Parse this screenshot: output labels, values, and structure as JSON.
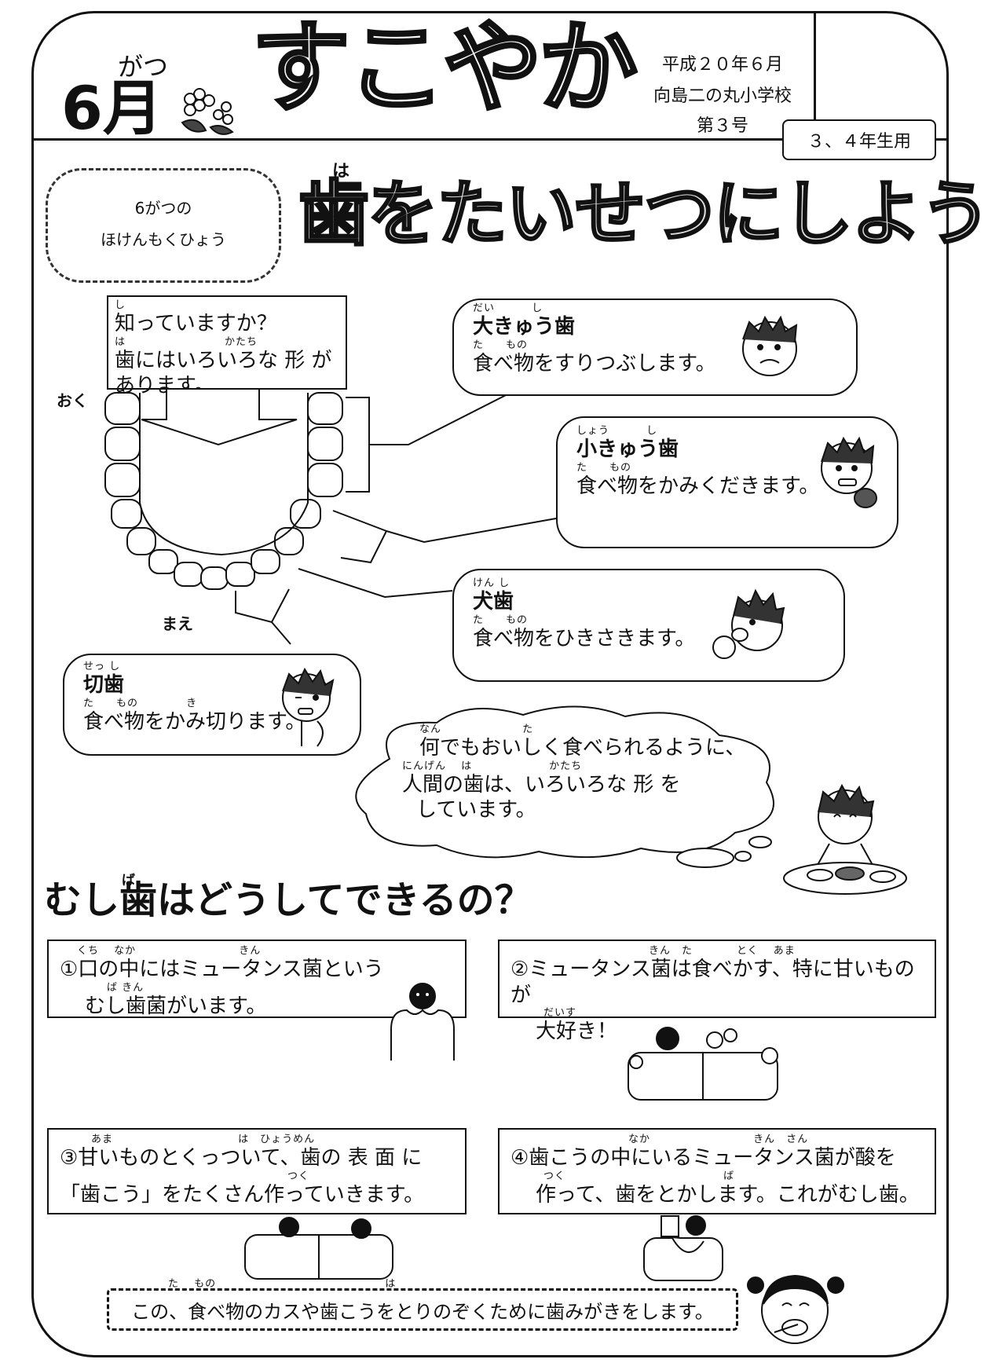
{
  "header": {
    "month_kana": "がつ",
    "month": "6月",
    "newsletter_title": "すこやか",
    "date": "平成２０年６月",
    "school": "向島二の丸小学校",
    "issue": "第３号",
    "grade": "３、４年生用"
  },
  "goal": {
    "line1": "6がつの",
    "line2": "ほけんもくひょう"
  },
  "main_title": {
    "ruby": "は",
    "text": "歯をたいせつにしよう"
  },
  "teeth_intro": {
    "ruby1": "し",
    "line1": "知っていますか？",
    "ruby2": "は　　　　　　　　　かたち",
    "line2": "歯にはいろいろな 形 が",
    "line3": "あります。"
  },
  "diagram_labels": {
    "back": "おく",
    "front": "まえ"
  },
  "tooth_types": [
    {
      "name_ruby": "だい　　　 し",
      "name": "大きゅう歯",
      "desc_ruby": "た　　もの",
      "desc": "食べ物をすりつぶします。"
    },
    {
      "name_ruby": "しょう　　　 し",
      "name": "小きゅう歯",
      "desc_ruby": "た　　もの",
      "desc": "食べ物をかみくだきます。"
    },
    {
      "name_ruby": "けん し",
      "name": "犬歯",
      "desc_ruby": "た　　もの",
      "desc": "食べ物をひきさきます。"
    },
    {
      "name_ruby": "せっ し",
      "name": "切歯",
      "desc_ruby": "た　　もの　　　　 き",
      "desc": "食べ物をかみ切ります。"
    }
  ],
  "thought_cloud": {
    "ruby1": "なん　　　　　　　 た",
    "line1": "何でもおいしく食べられるように、",
    "ruby2": "にんげん　 は　　　　　　　かたち",
    "line2": "人間の歯は、いろいろな 形 を",
    "line3": "しています。"
  },
  "cavity_section": {
    "title_ruby": "ば",
    "title": "むし歯はどうしてできるの？",
    "steps": [
      {
        "ruby1": "くち　 なか　　　　　　　　　 きん",
        "line1": "①口の中にはミュータンス菌という",
        "ruby2": "ば きん",
        "line2": "むし歯菌がいます。"
      },
      {
        "ruby1": "きん　た　　　　とく　 あま",
        "line1": "②ミュータンス菌は食べかす、特に甘いものが",
        "ruby2": "だいす",
        "line2": "大好き！"
      },
      {
        "ruby1": "あま　　　　　　　　　　　 は　ひょうめん",
        "line1": "③甘いものとくっついて、歯の 表 面 に",
        "ruby2": "つく",
        "line2": "「歯こう」をたくさん作っていきます。"
      },
      {
        "ruby1": "なか　　　　　　　　　 きん　さん",
        "line1": "④歯こうの中にいるミュータンス菌が酸を",
        "ruby2": "つく　　　　　　　　　　　　　　 ば",
        "line2": "作って、歯をとかします。これがむし歯。"
      }
    ]
  },
  "footer": {
    "ruby": "た　 もの　　　　　　　　　　　　　　　 は",
    "text": "この、食べ物のカスや歯こうをとりのぞくために歯みがきをします。"
  }
}
